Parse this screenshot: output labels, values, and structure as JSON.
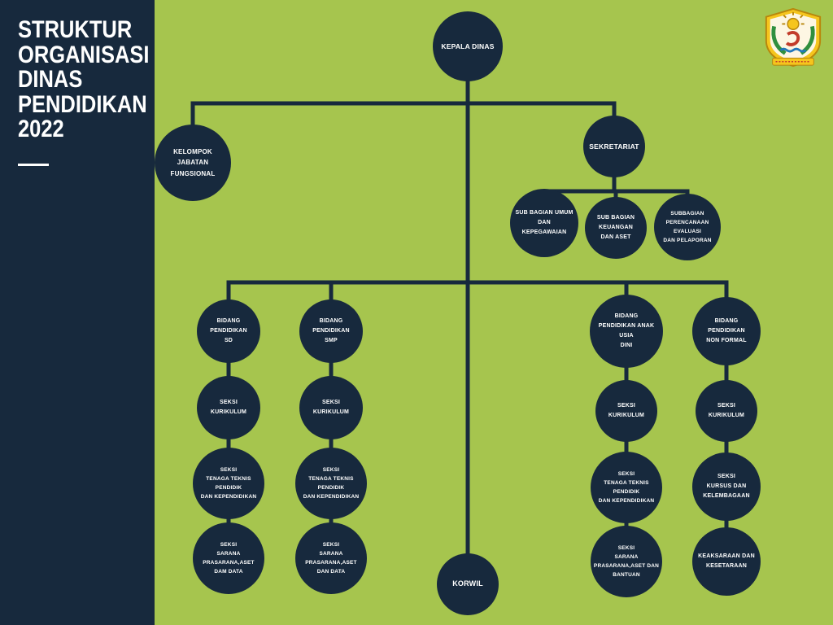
{
  "colors": {
    "background": "#a6c54e",
    "navy": "#17293d",
    "text_on_navy": "#ffffff"
  },
  "sidebar": {
    "title": "STRUKTUR\nORGANISASI\nDINAS\nPENDIDIKAN\n2022"
  },
  "logo": {
    "icon": "regency-crest"
  },
  "org": {
    "root": "KEPALA DINAS",
    "functional_group": "KELOMPOK JABATAN\nFUNGSIONAL",
    "secretariat": "SEKRETARIAT",
    "secretariat_children": [
      "SUB BAGIAN UMUM DAN\nKEPEGAWAIAN",
      "SUB BAGIAN KEUANGAN\nDAN ASET",
      "SUBBAGIAN\nPERENCANAAN EVALUASI\nDAN PELAPORAN"
    ],
    "korwil": "KORWIL",
    "columns": [
      {
        "bidang": "BIDANG\nPENDIDIKAN\nSD",
        "seksi": [
          "SEKSI\nKURIKULUM",
          "SEKSI\nTENAGA TEKNIS PENDIDIK\nDAN KEPENDIDIKAN",
          "SEKSI\nSARANA PRASARANA,ASET\nDAM DATA"
        ]
      },
      {
        "bidang": "BIDANG\nPENDIDIKAN\nSMP",
        "seksi": [
          "SEKSI\nKURIKULUM",
          "SEKSI\nTENAGA TEKNIS PENDIDIK\nDAN KEPENDIDIKAN",
          "SEKSI\nSARANA PRASARANA,ASET\nDAN DATA"
        ]
      },
      {
        "bidang": "BIDANG\nPENDIDIKAN ANAK USIA\nDINI",
        "seksi": [
          "SEKSI\nKURIKULUM",
          "SEKSI\nTENAGA TEKNIS PENDIDIK\nDAN KEPENDIDIKAN",
          "SEKSI\nSARANA\nPRASARANA,ASET DAN\nBANTUAN"
        ]
      },
      {
        "bidang": "BIDANG\nPENDIDIKAN\nNON FORMAL",
        "seksi": [
          "SEKSI\nKURIKULUM",
          "SEKSI\nKURSUS DAN\nKELEMBAGAAN",
          "KEAKSARAAN DAN\nKESETARAAN"
        ]
      }
    ]
  }
}
